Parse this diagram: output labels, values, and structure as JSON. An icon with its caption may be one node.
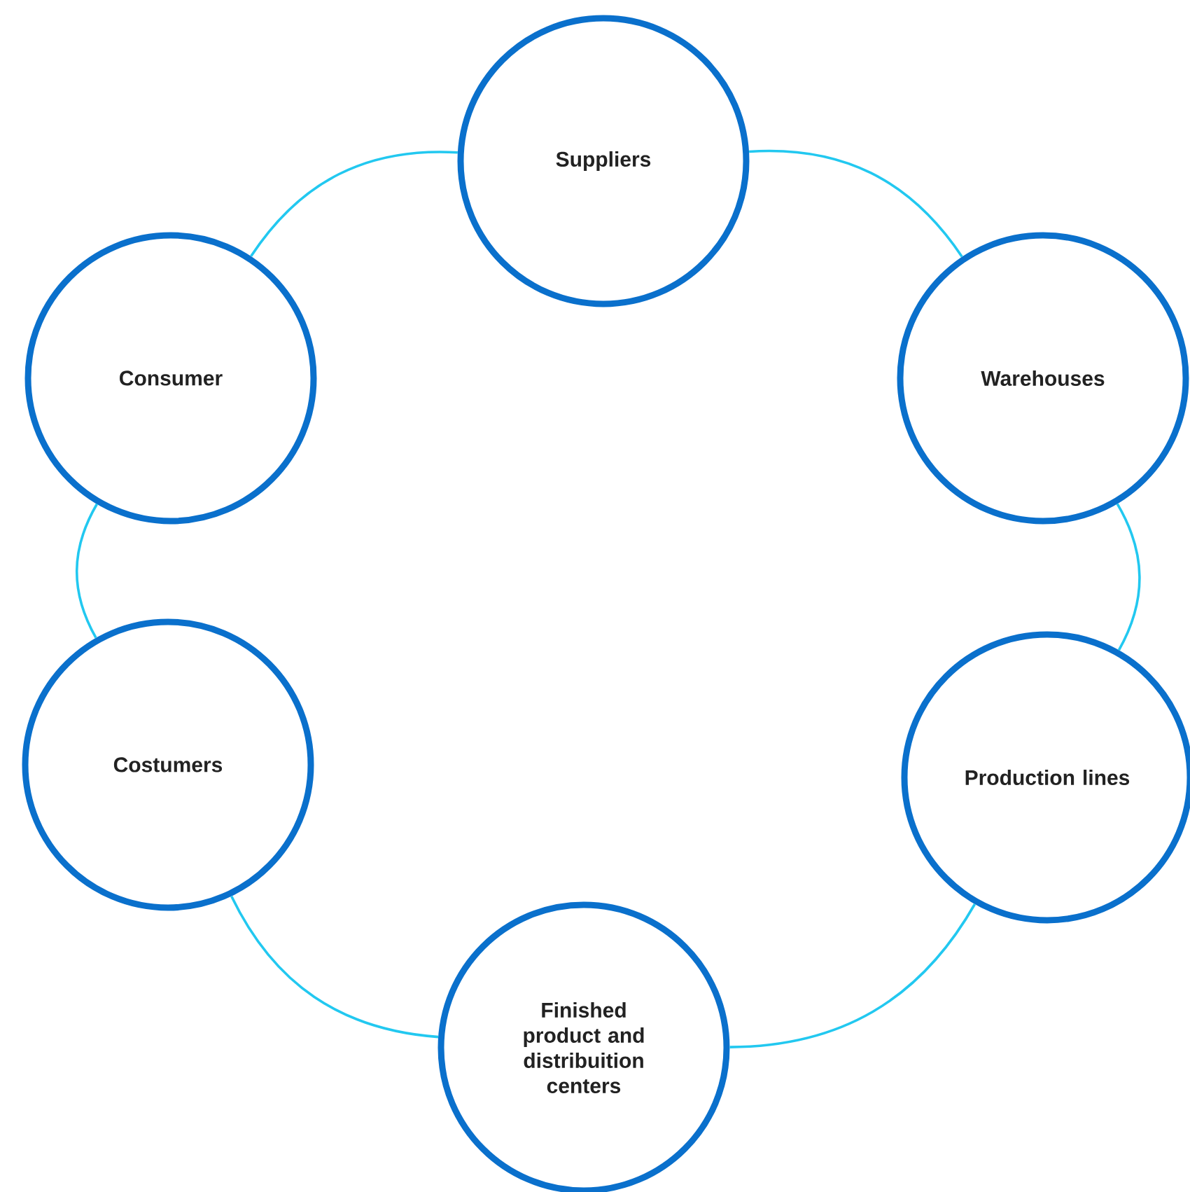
{
  "diagram": {
    "nodes": [
      {
        "text": [
          "Suppliers"
        ]
      },
      {
        "text": [
          "Consumer"
        ]
      },
      {
        "text": [
          "Warehouses"
        ]
      },
      {
        "text": [
          "Costumers"
        ]
      },
      {
        "text": [
          "Production lines"
        ]
      },
      {
        "text": [
          "Finished product and distribuition centers"
        ]
      }
    ],
    "edges": [
      {
        "from": 0,
        "to": 2,
        "arrow": "none"
      },
      {
        "from": 2,
        "to": 4,
        "arrow": "none"
      },
      {
        "from": 4,
        "to": 5,
        "arrow": "none"
      },
      {
        "from": 5,
        "to": 3,
        "arrow": "none"
      },
      {
        "from": 3,
        "to": 1,
        "arrow": "none"
      },
      {
        "from": 1,
        "to": 0,
        "arrow": "none"
      }
    ]
  }
}
